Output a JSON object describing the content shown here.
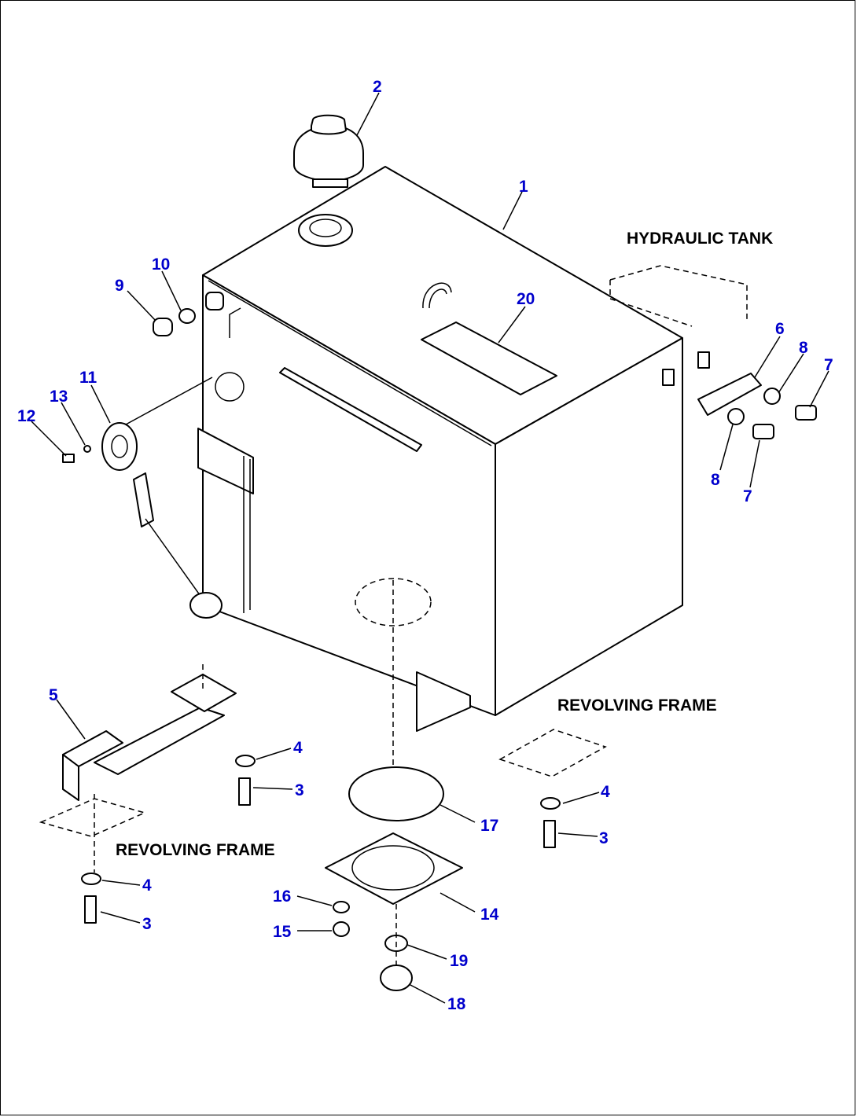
{
  "labels": {
    "hydraulic_tank": "HYDRAULIC TANK",
    "revolving_frame_right": "REVOLVING FRAME",
    "revolving_frame_left": "REVOLVING FRAME"
  },
  "callouts": {
    "c1": "1",
    "c2": "2",
    "c3a": "3",
    "c3b": "3",
    "c3c": "3",
    "c4a": "4",
    "c4b": "4",
    "c4c": "4",
    "c5": "5",
    "c6": "6",
    "c7a": "7",
    "c7b": "7",
    "c8a": "8",
    "c8b": "8",
    "c9": "9",
    "c10": "10",
    "c11": "11",
    "c12": "12",
    "c13": "13",
    "c14": "14",
    "c15": "15",
    "c16": "16",
    "c17": "17",
    "c18": "18",
    "c19": "19",
    "c20": "20"
  },
  "colors": {
    "callout": "#0000cc",
    "line": "#000000",
    "background": "#ffffff"
  }
}
